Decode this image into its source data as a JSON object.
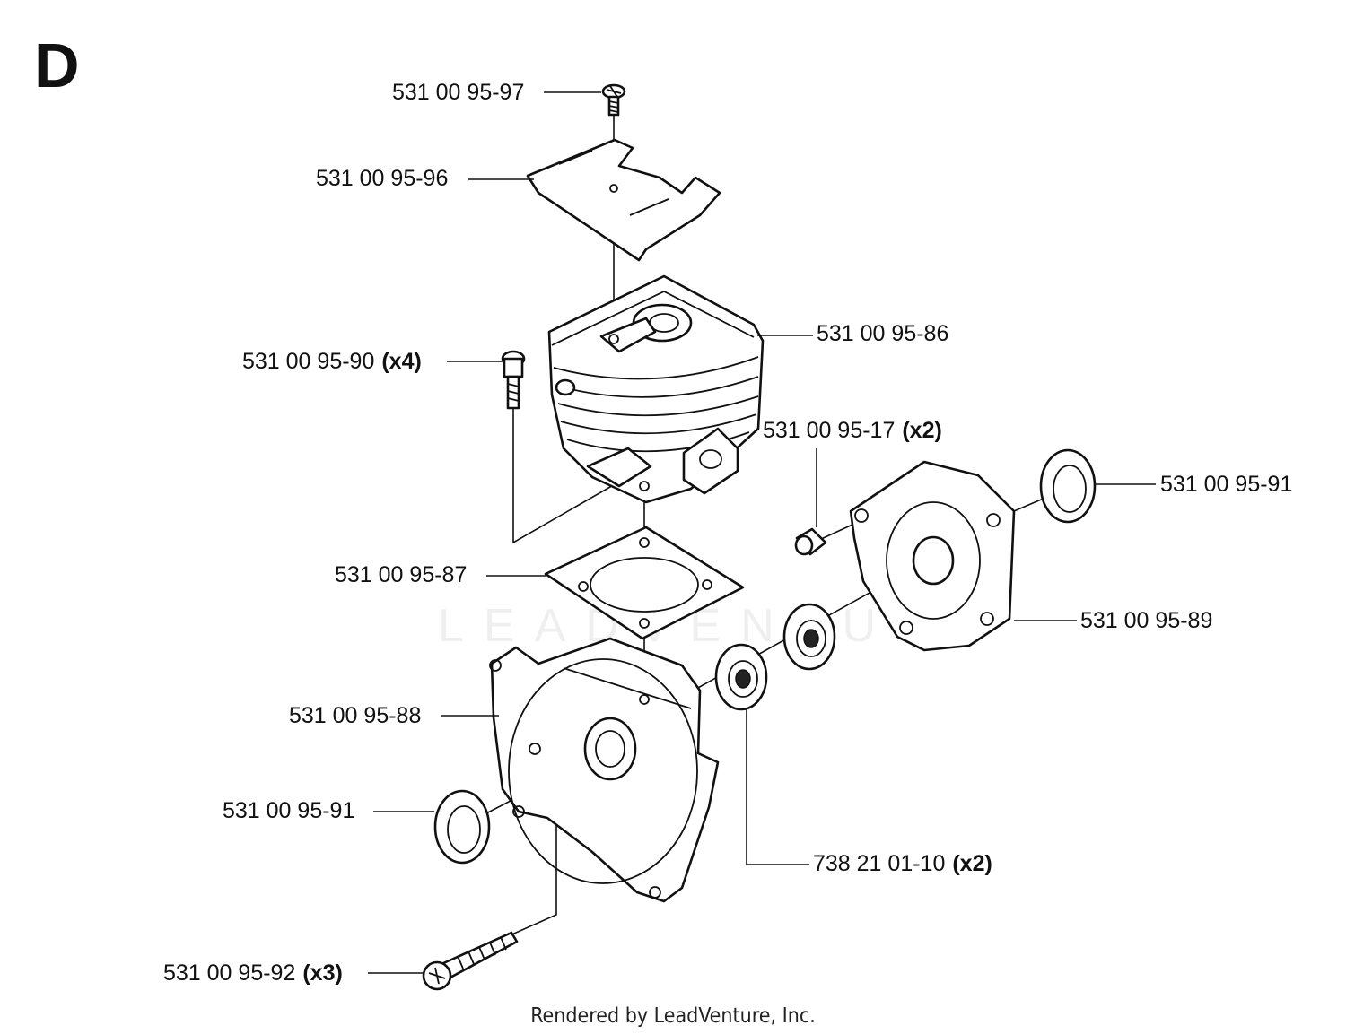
{
  "section_label": "D",
  "watermark": "LEADVENTURE",
  "footer": "Rendered by LeadVenture, Inc.",
  "callouts": [
    {
      "part": "531 00 95-97",
      "qty": ""
    },
    {
      "part": "531 00 95-96",
      "qty": ""
    },
    {
      "part": "531 00 95-86",
      "qty": ""
    },
    {
      "part": "531 00 95-90",
      "qty": "(x4)"
    },
    {
      "part": "531 00 95-17",
      "qty": "(x2)"
    },
    {
      "part": "531 00 95-91",
      "qty": ""
    },
    {
      "part": "531 00 95-87",
      "qty": ""
    },
    {
      "part": "531 00 95-89",
      "qty": ""
    },
    {
      "part": "531 00 95-88",
      "qty": ""
    },
    {
      "part": "531 00 95-91",
      "qty": ""
    },
    {
      "part": "738 21 01-10",
      "qty": "(x2)"
    },
    {
      "part": "531 00 95-92",
      "qty": "(x3)"
    }
  ]
}
